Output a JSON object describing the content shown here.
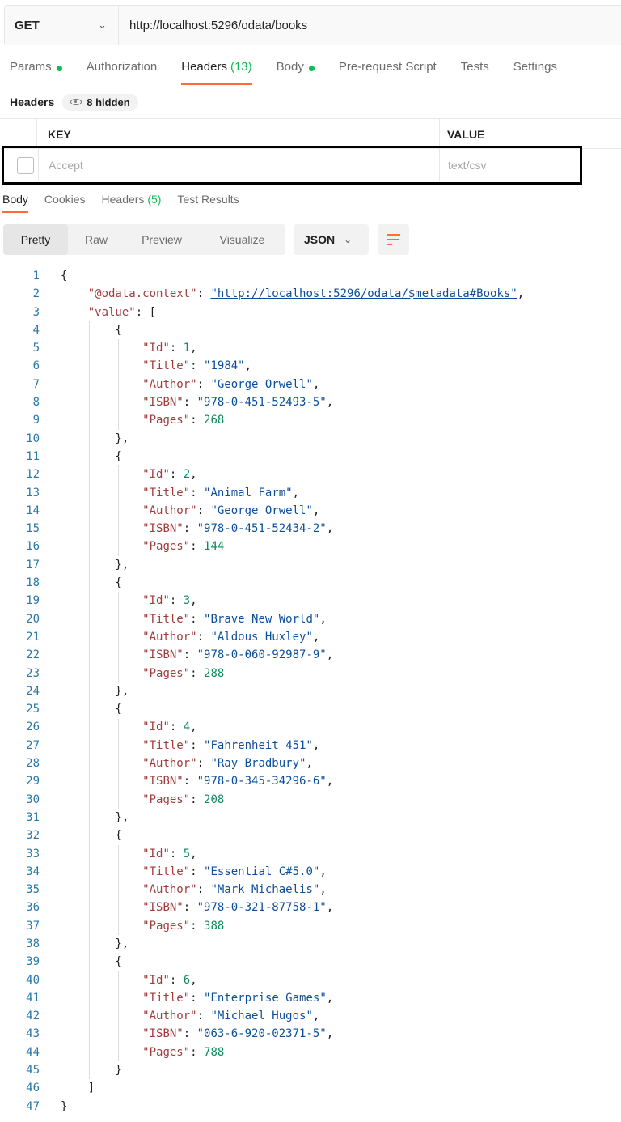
{
  "request": {
    "method": "GET",
    "url": "http://localhost:5296/odata/books"
  },
  "request_tabs": [
    {
      "label": "Params",
      "count": "",
      "dot": true,
      "active": false
    },
    {
      "label": "Authorization",
      "count": "",
      "dot": false,
      "active": false
    },
    {
      "label": "Headers",
      "count": "(13)",
      "dot": false,
      "active": true
    },
    {
      "label": "Body",
      "count": "",
      "dot": true,
      "active": false
    },
    {
      "label": "Pre-request Script",
      "count": "",
      "dot": false,
      "active": false
    },
    {
      "label": "Tests",
      "count": "",
      "dot": false,
      "active": false
    },
    {
      "label": "Settings",
      "count": "",
      "dot": false,
      "active": false
    }
  ],
  "headers_section": {
    "title": "Headers",
    "hidden_label": "8 hidden",
    "columns": {
      "key": "KEY",
      "value": "VALUE"
    },
    "row": {
      "key_placeholder": "Accept",
      "value_placeholder": "text/csv",
      "checked": false
    }
  },
  "response_tabs": [
    {
      "label": "Body",
      "count": "",
      "active": true
    },
    {
      "label": "Cookies",
      "count": "",
      "active": false
    },
    {
      "label": "Headers",
      "count": "(5)",
      "active": false
    },
    {
      "label": "Test Results",
      "count": "",
      "active": false
    }
  ],
  "view_modes": [
    {
      "label": "Pretty",
      "active": true
    },
    {
      "label": "Raw",
      "active": false
    },
    {
      "label": "Preview",
      "active": false
    },
    {
      "label": "Visualize",
      "active": false
    }
  ],
  "format": "JSON",
  "response_body": {
    "context": "http://localhost:5296/odata/$metadata#Books",
    "books": [
      {
        "Id": 1,
        "Title": "1984",
        "Author": "George Orwell",
        "ISBN": "978-0-451-52493-5",
        "Pages": 268
      },
      {
        "Id": 2,
        "Title": "Animal Farm",
        "Author": "George Orwell",
        "ISBN": "978-0-451-52434-2",
        "Pages": 144
      },
      {
        "Id": 3,
        "Title": "Brave New World",
        "Author": "Aldous Huxley",
        "ISBN": "978-0-060-92987-9",
        "Pages": 288
      },
      {
        "Id": 4,
        "Title": "Fahrenheit 451",
        "Author": "Ray Bradbury",
        "ISBN": "978-0-345-34296-6",
        "Pages": 208
      },
      {
        "Id": 5,
        "Title": "Essential C#5.0",
        "Author": "Mark Michaelis",
        "ISBN": "978-0-321-87758-1",
        "Pages": 388
      },
      {
        "Id": 6,
        "Title": "Enterprise Games",
        "Author": "Michael Hugos",
        "ISBN": "063-6-920-02371-5",
        "Pages": 788
      }
    ]
  },
  "colors": {
    "accent": "#ff6c37",
    "success": "#0cbb52",
    "json_key": "#a13c3c",
    "json_string": "#0b4f9c",
    "json_number": "#0e8a5e"
  },
  "icons": {
    "method_dropdown": "chevron-down-icon",
    "hidden_headers": "eye-icon",
    "format_dropdown": "chevron-down-icon",
    "wrap": "wrap-lines-icon"
  }
}
